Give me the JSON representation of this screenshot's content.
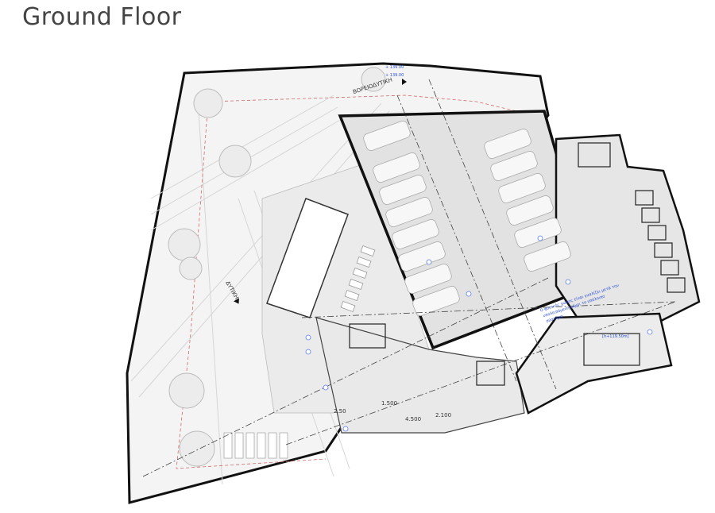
{
  "title": "Ground Floor",
  "labels": {
    "north_east": "ΒΟΡΕΙΟΔΥΤΙΚΗ",
    "west": "ΔΥΤΙΚΗ",
    "elevation_top": "+ 139.00",
    "elevation_top2": "+ 139.00",
    "elevation_right": "[h+119.50m]",
    "note_blue_1": "Ο φυσικός χώρος είναι γυαλίζει μετά την",
    "note_blue_2": "υπολειπόμενη μέχρι το υπόλοιπο",
    "note_blue_3": "σύστημα",
    "dim_1": "2.50",
    "dim_2": "1.500",
    "dim_3": "4.500",
    "dim_4": "2.100"
  },
  "colors": {
    "wall": "#111111",
    "fill_building": "#e6e6e6",
    "fill_site": "#f3f3f3",
    "pool": "#ffffff",
    "grid_line": "#555555",
    "boundary_red": "#d46a6a",
    "annotation_blue": "#2a4fd8"
  }
}
